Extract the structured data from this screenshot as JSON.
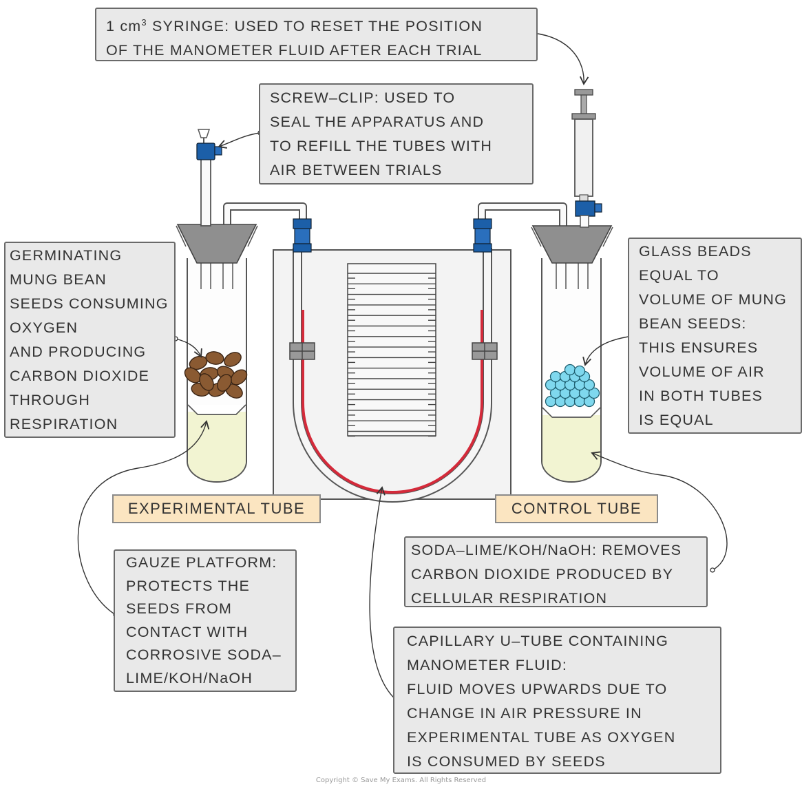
{
  "syringe_label": {
    "line1_prefix": "1 cm",
    "line1_sup": "3",
    "line1_suffix": " SYRINGE: USED TO RESET THE POSITION",
    "line2": "OF THE MANOMETER FLUID AFTER EACH TRIAL"
  },
  "screwclip_label": {
    "lines": [
      "SCREW–CLIP: USED TO",
      "SEAL THE APPARATUS AND",
      "TO REFILL THE TUBES WITH",
      "AIR BETWEEN TRIALS"
    ]
  },
  "seeds_label": {
    "lines": [
      "GERMINATING",
      "MUNG BEAN",
      "SEEDS CONSUMING",
      "OXYGEN",
      "AND PRODUCING",
      "CARBON DIOXIDE",
      "THROUGH",
      "RESPIRATION"
    ]
  },
  "beads_label": {
    "lines": [
      "GLASS BEADS",
      "EQUAL TO",
      "VOLUME OF MUNG",
      "BEAN SEEDS:",
      "THIS ENSURES",
      "VOLUME OF AIR",
      "IN BOTH TUBES",
      "IS EQUAL"
    ]
  },
  "experimental_tag": "EXPERIMENTAL TUBE",
  "control_tag": "CONTROL TUBE",
  "sodalime_label": {
    "lines": [
      "SODA–LIME/KOH/NaOH: REMOVES",
      "CARBON DIOXIDE PRODUCED BY",
      "CELLULAR RESPIRATION"
    ]
  },
  "gauze_label": {
    "lines": [
      "GAUZE PLATFORM:",
      "PROTECTS THE",
      "SEEDS  FROM",
      "CONTACT WITH",
      "CORROSIVE SODA–",
      "LIME/KOH/NaOH"
    ]
  },
  "capillary_label": {
    "lines": [
      "CAPILLARY U–TUBE CONTAINING",
      "MANOMETER FLUID:",
      "FLUID MOVES UPWARDS DUE TO",
      "CHANGE IN AIR PRESSURE IN",
      "EXPERIMENTAL TUBE AS OXYGEN",
      "IS CONSUMED BY SEEDS"
    ]
  },
  "copyright": "Copyright © Save My Exams. All Rights Reserved",
  "colors": {
    "label_fill": "#e9e9e9",
    "tag_fill": "#fbe5c1",
    "clip_blue": "#1c5fa8",
    "fluid_red": "#d42a3a",
    "soda_lime": "#f2f4d2",
    "seed_brown": "#8a5a32",
    "bead_cyan": "#7fd8ee",
    "stopper_grey": "#8f8f8f"
  }
}
